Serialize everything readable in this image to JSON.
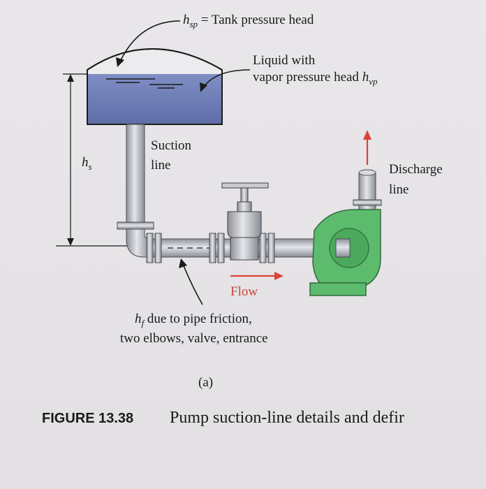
{
  "labels": {
    "hsp_symbol": "h",
    "hsp_sub": "sp",
    "hsp_text": " = Tank pressure head",
    "liquid_line1": "Liquid with",
    "liquid_line2": "vapor pressure head ",
    "hvp_symbol": "h",
    "hvp_sub": "vp",
    "suction_line1": "Suction",
    "suction_line2": "line",
    "hs_symbol": "h",
    "hs_sub": "s",
    "discharge_line1": "Discharge",
    "discharge_line2": "line",
    "flow": "Flow",
    "hf_symbol": "h",
    "hf_sub": "f",
    "hf_text": " due to pipe friction,",
    "hf_line2": "two elbows, valve, entrance",
    "panel": "(a)"
  },
  "figure": {
    "number": "FIGURE 13.38",
    "title": "Pump suction-line details and defir"
  },
  "colors": {
    "liquid": "#6f7fb8",
    "pump": "#5dbb6e",
    "pipe": "#b9bcc3",
    "flow_arrow": "#d9453a",
    "text": "#1b1b1b"
  }
}
